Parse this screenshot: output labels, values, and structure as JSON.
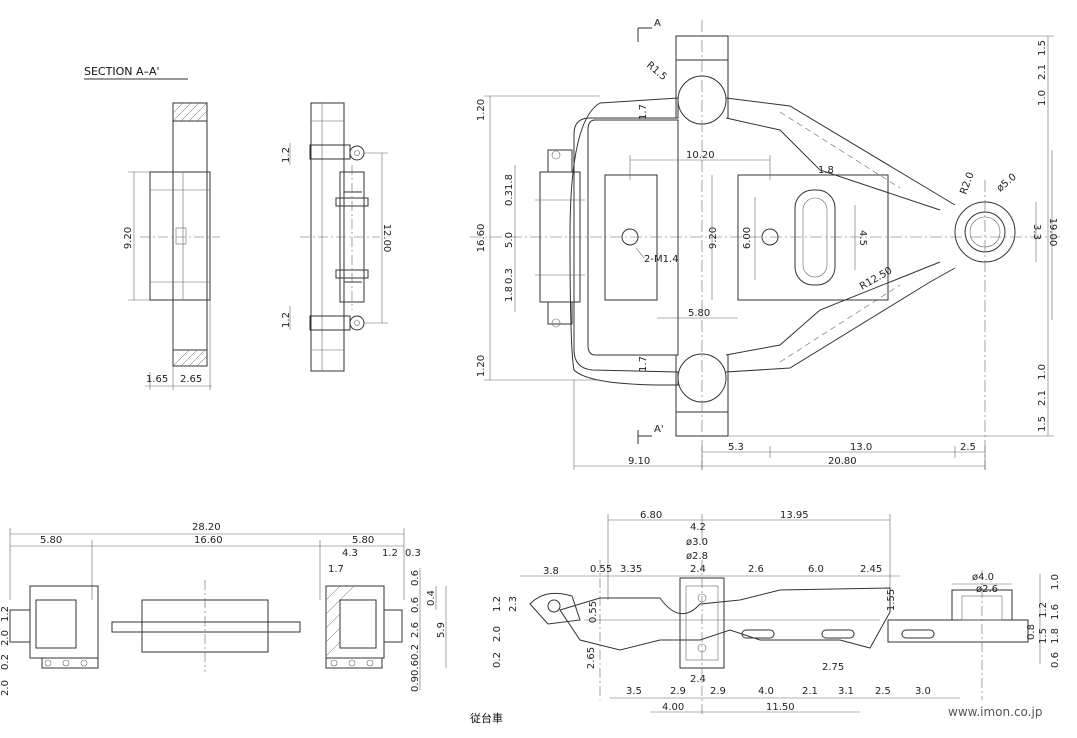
{
  "section_title": "SECTION A–A'",
  "marker_a": "A",
  "marker_a_prime": "A'",
  "caption": "従台車",
  "watermark": "www.imon.co.jp",
  "callouts": {
    "m14": "2-M1.4",
    "r125": "R12.50",
    "r20": "R2.0",
    "phi50": "ø5.0",
    "r15": "R1.5",
    "phi40": "ø4.0",
    "phi26": "ø2.6",
    "phi30": "ø3.0",
    "phi28": "ø2.8"
  },
  "section_dims": {
    "h920": "9.20",
    "w165": "1.65",
    "w265": "2.65"
  },
  "side_dims": {
    "top12": "1.2",
    "bot12": "1.2",
    "h1200": "12.00"
  },
  "top_dims": {
    "w1020": "10.20",
    "w580": "5.80",
    "h920": "9.20",
    "h600": "6.00",
    "h45": "4.5",
    "h1660": "16.60",
    "h120a": "1.20",
    "h120b": "1.20",
    "h50": "5.0",
    "h18a": "1.8",
    "h03a": "0.3",
    "h03b": "0.3",
    "h18b": "1.8",
    "w17a": "1.7",
    "w17b": "1.7",
    "w18": "1.8",
    "h33": "3.3",
    "h1900": "19.00",
    "r15a": "1.5",
    "r21a": "2.1",
    "r10a": "1.0",
    "r10b": "1.0",
    "r21b": "2.1",
    "r15b": "1.5",
    "w53": "5.3",
    "w130": "13.0",
    "w25": "2.5",
    "w910": "9.10",
    "w2080": "20.80"
  },
  "end_dims": {
    "w2820": "28.20",
    "w580a": "5.80",
    "w1660": "16.60",
    "w580b": "5.80",
    "w43": "4.3",
    "w12": "1.2",
    "w03": "0.3",
    "w17": "1.7",
    "h06a": "0.6",
    "h06b": "0.6",
    "h26": "2.6",
    "h02": "0.2",
    "h06c": "0.6",
    "h09": "0.9",
    "h04": "0.4",
    "h59": "5.9",
    "l12": "1.2",
    "l20": "2.0",
    "l02": "0.2",
    "l20b": "2.0"
  },
  "bottom_dims": {
    "w680": "6.80",
    "w42": "4.2",
    "w1395": "13.95",
    "w38": "3.8",
    "w055": "0.55",
    "w335": "3.35",
    "w24": "2.4",
    "w26": "2.6",
    "w60": "6.0",
    "w245": "2.45",
    "h23": "2.3",
    "h055": "0.55",
    "h265": "2.65",
    "h155": "1.55",
    "w275": "2.75",
    "w24b": "2.4",
    "w35": "3.5",
    "w29a": "2.9",
    "w29b": "2.9",
    "w40": "4.0",
    "w21": "2.1",
    "w31": "3.1",
    "w25": "2.5",
    "w30": "3.0",
    "w400": "4.00",
    "w1150": "11.50",
    "r10": "1.0",
    "r12": "1.2",
    "r16": "1.6",
    "r08": "0.8",
    "r15": "1.5",
    "r18": "1.8",
    "r06": "0.6"
  }
}
